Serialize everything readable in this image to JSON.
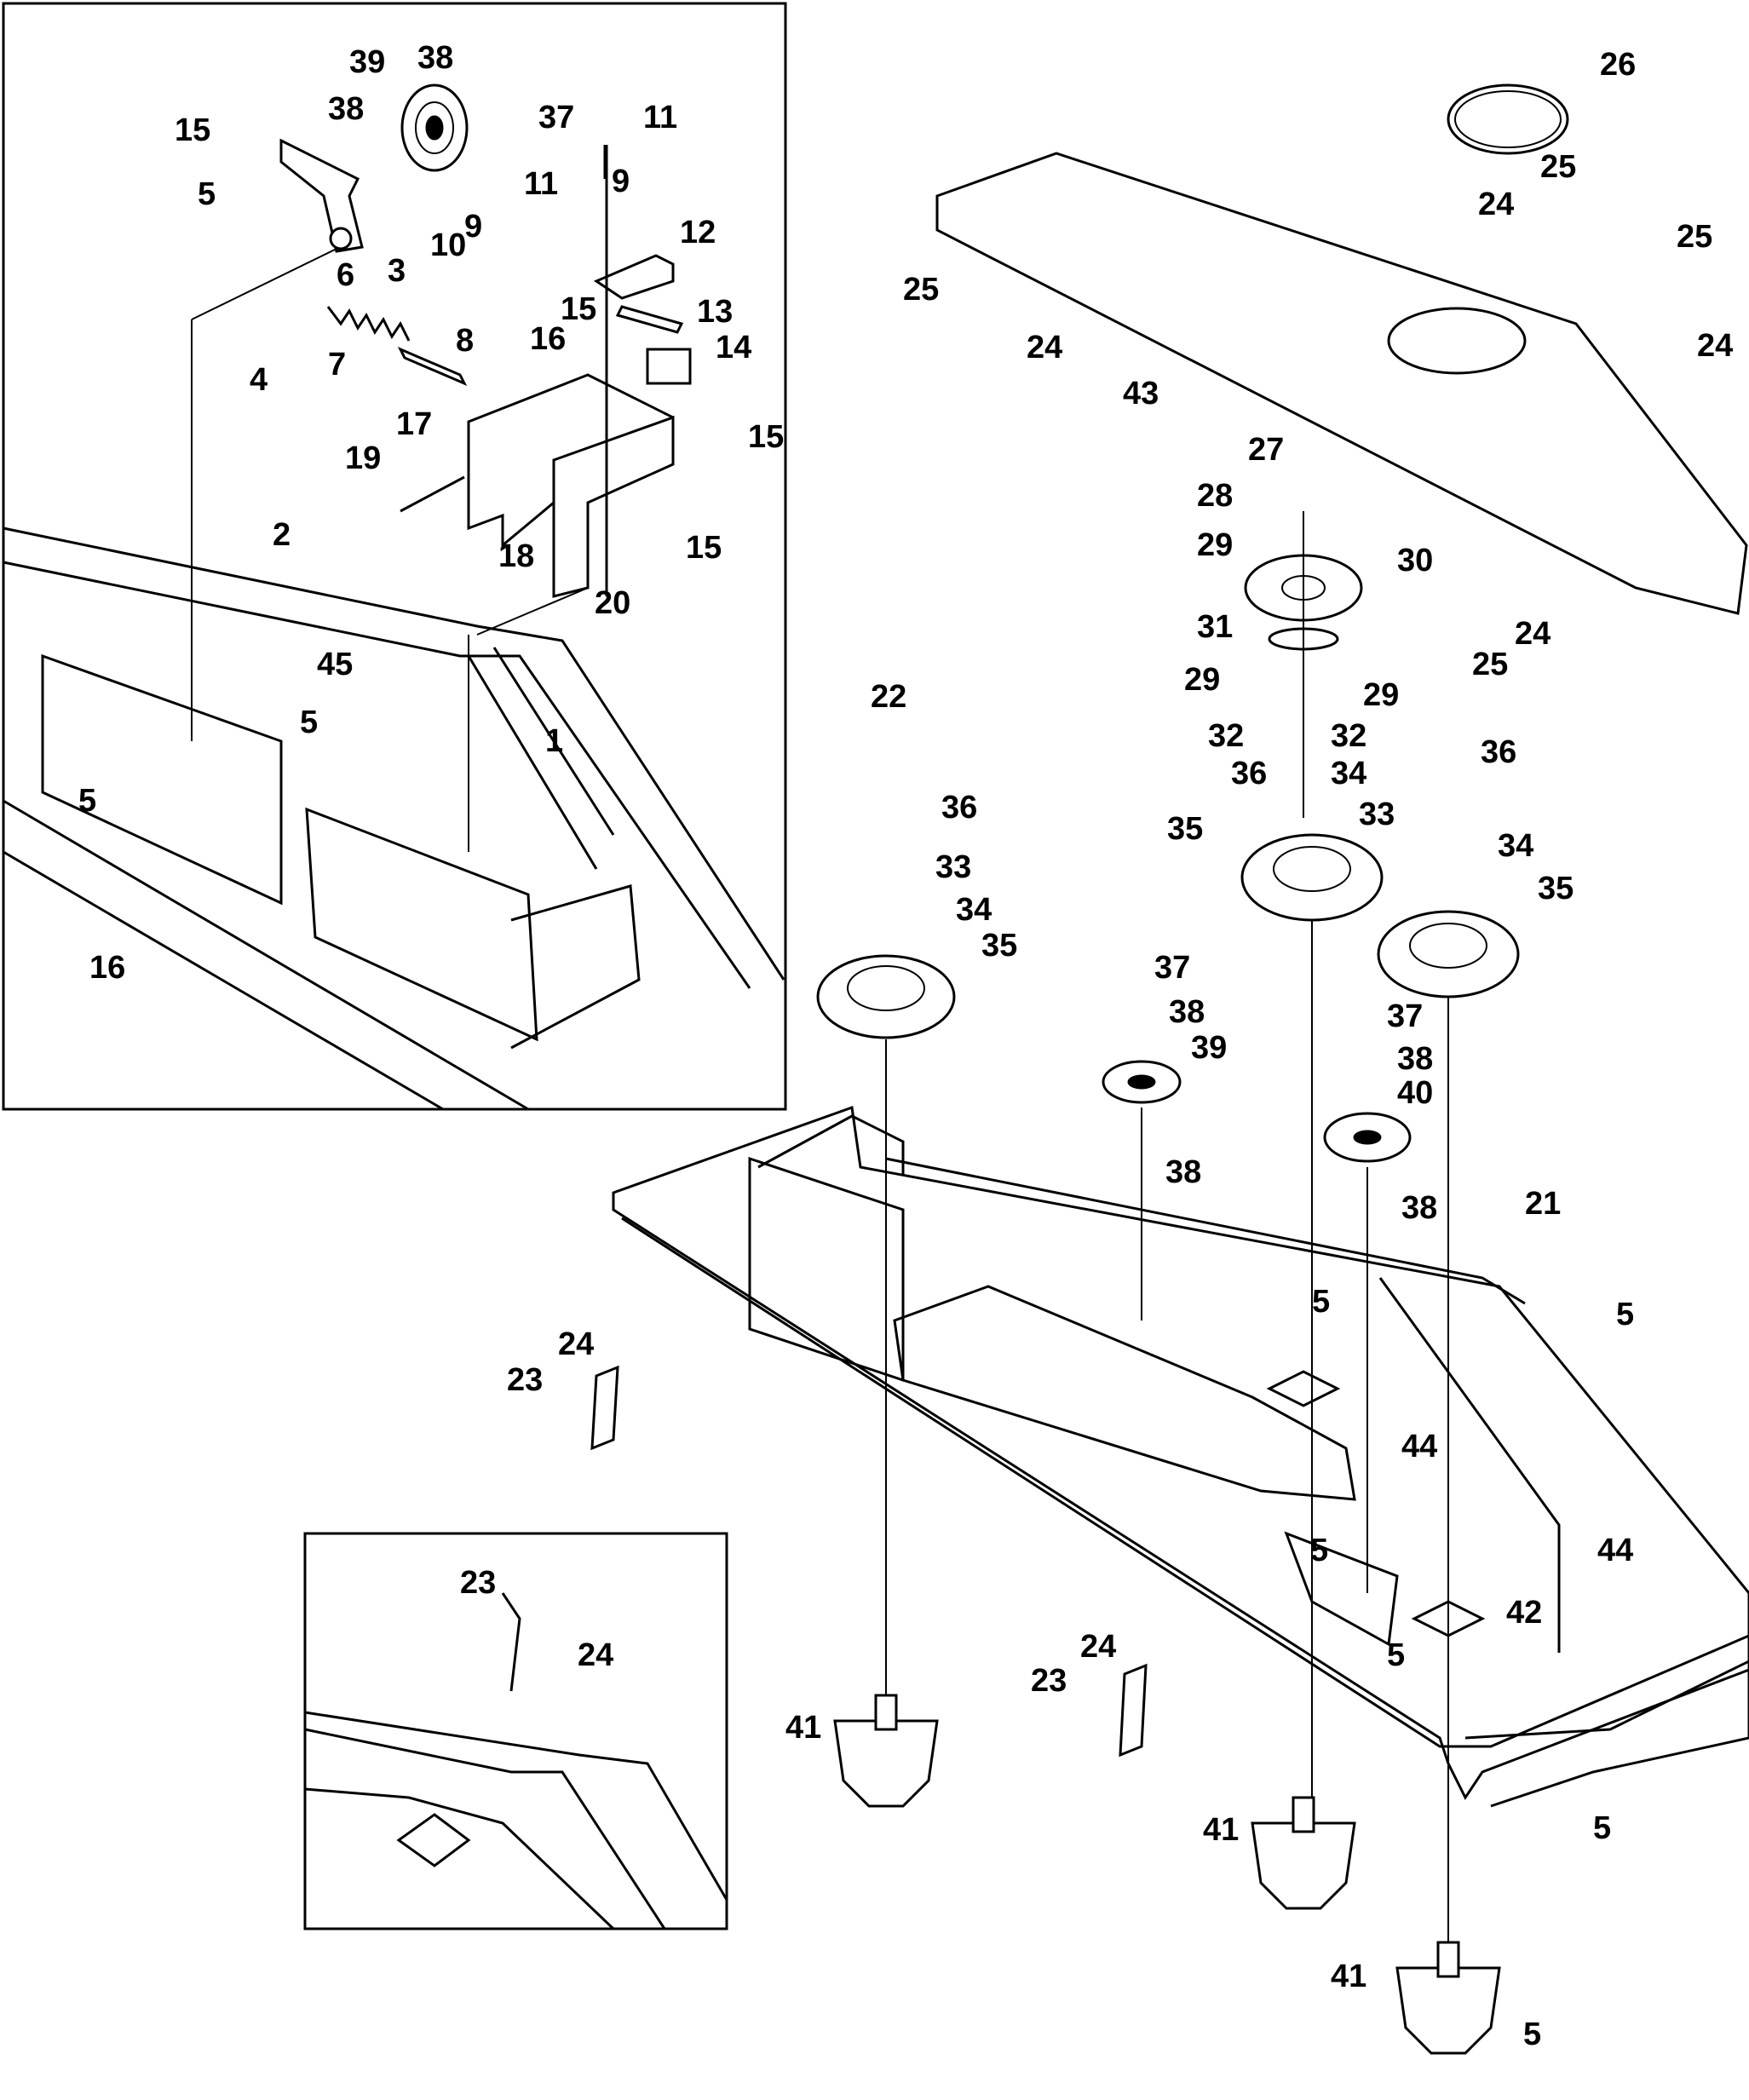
{
  "callouts": [
    {
      "id": "c15a",
      "text": "15"
    },
    {
      "id": "c39a",
      "text": "39"
    },
    {
      "id": "c38a",
      "text": "38"
    },
    {
      "id": "c37a",
      "text": "37"
    },
    {
      "id": "c38b",
      "text": "38"
    },
    {
      "id": "c5a",
      "text": "5"
    },
    {
      "id": "c11a",
      "text": "11"
    },
    {
      "id": "c9a",
      "text": "9"
    },
    {
      "id": "c10",
      "text": "10"
    },
    {
      "id": "c3",
      "text": "3"
    },
    {
      "id": "c6",
      "text": "6"
    },
    {
      "id": "c11b",
      "text": "11"
    },
    {
      "id": "c9b",
      "text": "9"
    },
    {
      "id": "c12",
      "text": "12"
    },
    {
      "id": "c13",
      "text": "13"
    },
    {
      "id": "c15b",
      "text": "15"
    },
    {
      "id": "c14",
      "text": "14"
    },
    {
      "id": "c16a",
      "text": "16"
    },
    {
      "id": "c4",
      "text": "4"
    },
    {
      "id": "c7",
      "text": "7"
    },
    {
      "id": "c8",
      "text": "8"
    },
    {
      "id": "c17",
      "text": "17"
    },
    {
      "id": "c15c",
      "text": "15"
    },
    {
      "id": "c19",
      "text": "19"
    },
    {
      "id": "c18",
      "text": "18"
    },
    {
      "id": "c15d",
      "text": "15"
    },
    {
      "id": "c20",
      "text": "20"
    },
    {
      "id": "c2",
      "text": "2"
    },
    {
      "id": "c45",
      "text": "45"
    },
    {
      "id": "c5b",
      "text": "5"
    },
    {
      "id": "c1",
      "text": "1"
    },
    {
      "id": "c5c",
      "text": "5"
    },
    {
      "id": "c16b",
      "text": "16"
    },
    {
      "id": "c26",
      "text": "26"
    },
    {
      "id": "c25a",
      "text": "25"
    },
    {
      "id": "c24a",
      "text": "24"
    },
    {
      "id": "c25b",
      "text": "25"
    },
    {
      "id": "c25c",
      "text": "25"
    },
    {
      "id": "c24b",
      "text": "24"
    },
    {
      "id": "c24c",
      "text": "24"
    },
    {
      "id": "c43",
      "text": "43"
    },
    {
      "id": "c27",
      "text": "27"
    },
    {
      "id": "c28",
      "text": "28"
    },
    {
      "id": "c29a",
      "text": "29"
    },
    {
      "id": "c30",
      "text": "30"
    },
    {
      "id": "c31",
      "text": "31"
    },
    {
      "id": "c24d",
      "text": "24"
    },
    {
      "id": "c25d",
      "text": "25"
    },
    {
      "id": "c29b",
      "text": "29"
    },
    {
      "id": "c29c",
      "text": "29"
    },
    {
      "id": "c32a",
      "text": "32"
    },
    {
      "id": "c32b",
      "text": "32"
    },
    {
      "id": "c36a",
      "text": "36"
    },
    {
      "id": "c34a",
      "text": "34"
    },
    {
      "id": "c36b",
      "text": "36"
    },
    {
      "id": "c33a",
      "text": "33"
    },
    {
      "id": "c35a",
      "text": "35"
    },
    {
      "id": "c34b",
      "text": "34"
    },
    {
      "id": "c35b",
      "text": "35"
    },
    {
      "id": "c22",
      "text": "22"
    },
    {
      "id": "c36c",
      "text": "36"
    },
    {
      "id": "c33b",
      "text": "33"
    },
    {
      "id": "c34c",
      "text": "34"
    },
    {
      "id": "c35c",
      "text": "35"
    },
    {
      "id": "c37b",
      "text": "37"
    },
    {
      "id": "c38c",
      "text": "38"
    },
    {
      "id": "c39b",
      "text": "39"
    },
    {
      "id": "c37c",
      "text": "37"
    },
    {
      "id": "c38d",
      "text": "38"
    },
    {
      "id": "c40",
      "text": "40"
    },
    {
      "id": "c38e",
      "text": "38"
    },
    {
      "id": "c38f",
      "text": "38"
    },
    {
      "id": "c21",
      "text": "21"
    },
    {
      "id": "c5d",
      "text": "5"
    },
    {
      "id": "c5e",
      "text": "5"
    },
    {
      "id": "c24e",
      "text": "24"
    },
    {
      "id": "c23a",
      "text": "23"
    },
    {
      "id": "c44a",
      "text": "44"
    },
    {
      "id": "c5f",
      "text": "5"
    },
    {
      "id": "c44b",
      "text": "44"
    },
    {
      "id": "c42",
      "text": "42"
    },
    {
      "id": "c5g",
      "text": "5"
    },
    {
      "id": "c23b",
      "text": "23"
    },
    {
      "id": "c24f",
      "text": "24"
    },
    {
      "id": "c24g",
      "text": "24"
    },
    {
      "id": "c23c",
      "text": "23"
    },
    {
      "id": "c41a",
      "text": "41"
    },
    {
      "id": "c41b",
      "text": "41"
    },
    {
      "id": "c5h",
      "text": "5"
    },
    {
      "id": "c41c",
      "text": "41"
    },
    {
      "id": "c5i",
      "text": "5"
    }
  ]
}
